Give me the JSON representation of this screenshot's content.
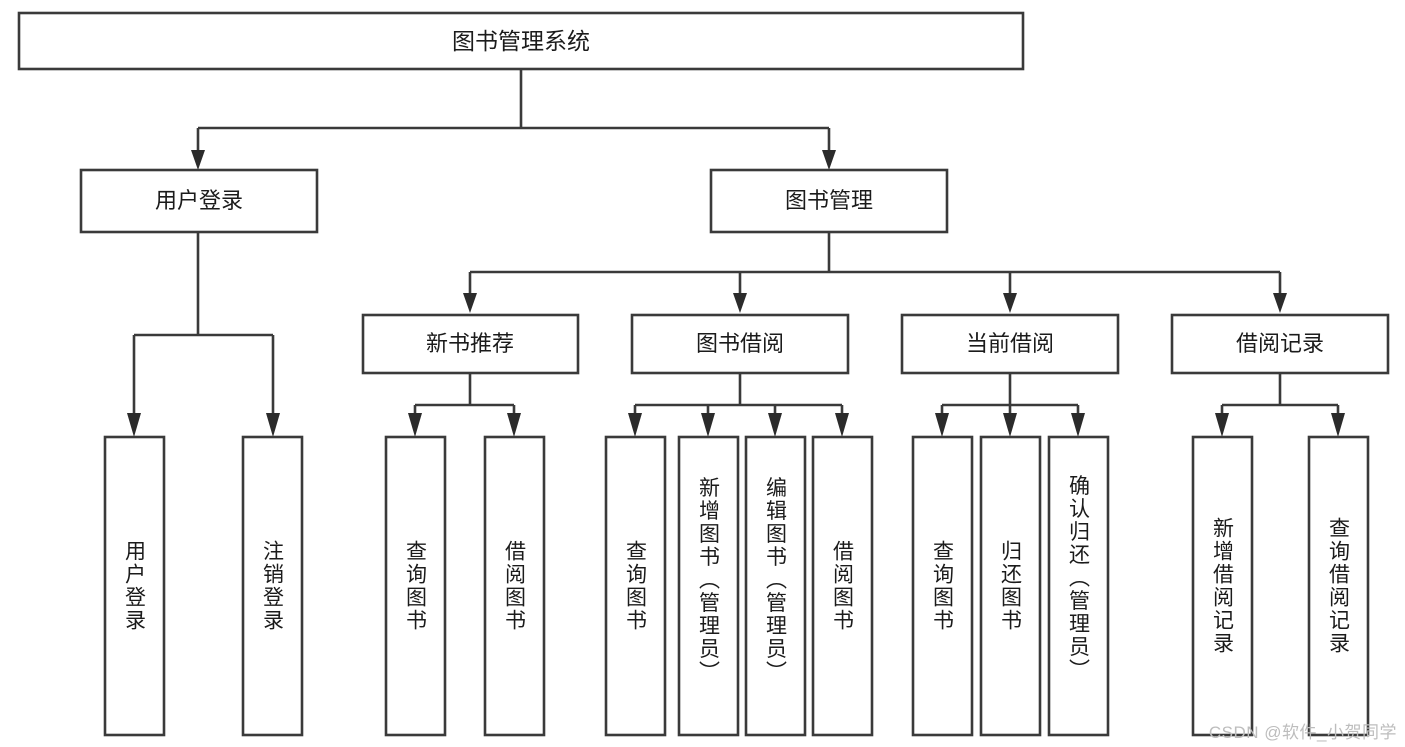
{
  "diagram": {
    "kind": "tree-hierarchy-chart",
    "title_text": "图书管理系统",
    "colors": {
      "box_fill": "#ffffff",
      "box_stroke": "#3a3a3a",
      "connector": "#3a3a3a",
      "text": "#1b1b1b",
      "watermark": "#bdbdbd",
      "background": "#ffffff"
    },
    "levels": {
      "root": "图书管理系统",
      "level2": [
        "用户登录",
        "图书管理"
      ],
      "level3": [
        "新书推荐",
        "图书借阅",
        "当前借阅",
        "借阅记录"
      ],
      "leaves": [
        "用户登录",
        "注销登录",
        "查询图书",
        "借阅图书",
        "查询图书",
        "新增图书（管理员）",
        "编辑图书（管理员）",
        "借阅图书",
        "查询图书",
        "归还图书",
        "确认归还（管理员）",
        "新增借阅记录",
        "查询借阅记录"
      ]
    },
    "nodes": {
      "root": {
        "id": "root",
        "label": "图书管理系统"
      },
      "user_login": {
        "id": "user-login",
        "label": "用户登录"
      },
      "book_manage": {
        "id": "book-manage",
        "label": "图书管理"
      },
      "new_book_rec": {
        "id": "new-book-recommend",
        "label": "新书推荐"
      },
      "book_borrow": {
        "id": "book-borrow",
        "label": "图书借阅"
      },
      "current_borrow": {
        "id": "current-borrow",
        "label": "当前借阅"
      },
      "borrow_record": {
        "id": "borrow-record",
        "label": "借阅记录"
      },
      "leaf_user_login": {
        "id": "leaf-user-login",
        "label": "用户登录"
      },
      "leaf_logout": {
        "id": "leaf-logout",
        "label": "注销登录"
      },
      "leaf_query_book_1": {
        "id": "leaf-query-book-1",
        "label": "查询图书"
      },
      "leaf_borrow_book_1": {
        "id": "leaf-borrow-book-1",
        "label": "借阅图书"
      },
      "leaf_query_book_2": {
        "id": "leaf-query-book-2",
        "label": "查询图书"
      },
      "leaf_add_book": {
        "id": "leaf-add-book-admin",
        "label": "新增图书（管理员）"
      },
      "leaf_edit_book": {
        "id": "leaf-edit-book-admin",
        "label": "编辑图书（管理员）"
      },
      "leaf_borrow_book_2": {
        "id": "leaf-borrow-book-2",
        "label": "借阅图书"
      },
      "leaf_query_book_3": {
        "id": "leaf-query-book-3",
        "label": "查询图书"
      },
      "leaf_return_book": {
        "id": "leaf-return-book",
        "label": "归还图书"
      },
      "leaf_confirm_return": {
        "id": "leaf-confirm-return-admin",
        "label": "确认归还（管理员）"
      },
      "leaf_add_record": {
        "id": "leaf-add-borrow-record",
        "label": "新增借阅记录"
      },
      "leaf_query_record": {
        "id": "leaf-query-borrow-record",
        "label": "查询借阅记录"
      }
    },
    "edges": [
      {
        "from": "图书管理系统",
        "to": "用户登录"
      },
      {
        "from": "图书管理系统",
        "to": "图书管理"
      },
      {
        "from": "用户登录",
        "to": "用户登录"
      },
      {
        "from": "用户登录",
        "to": "注销登录"
      },
      {
        "from": "图书管理",
        "to": "新书推荐"
      },
      {
        "from": "图书管理",
        "to": "图书借阅"
      },
      {
        "from": "图书管理",
        "to": "当前借阅"
      },
      {
        "from": "图书管理",
        "to": "借阅记录"
      },
      {
        "from": "新书推荐",
        "to": "查询图书"
      },
      {
        "from": "新书推荐",
        "to": "借阅图书"
      },
      {
        "from": "图书借阅",
        "to": "查询图书"
      },
      {
        "from": "图书借阅",
        "to": "新增图书（管理员）"
      },
      {
        "from": "图书借阅",
        "to": "编辑图书（管理员）"
      },
      {
        "from": "图书借阅",
        "to": "借阅图书"
      },
      {
        "from": "当前借阅",
        "to": "查询图书"
      },
      {
        "from": "当前借阅",
        "to": "归还图书"
      },
      {
        "from": "当前借阅",
        "to": "确认归还（管理员）"
      },
      {
        "from": "借阅记录",
        "to": "新增借阅记录"
      },
      {
        "from": "借阅记录",
        "to": "查询借阅记录"
      }
    ]
  },
  "watermark": {
    "text": "CSDN @软件_小贺同学"
  }
}
